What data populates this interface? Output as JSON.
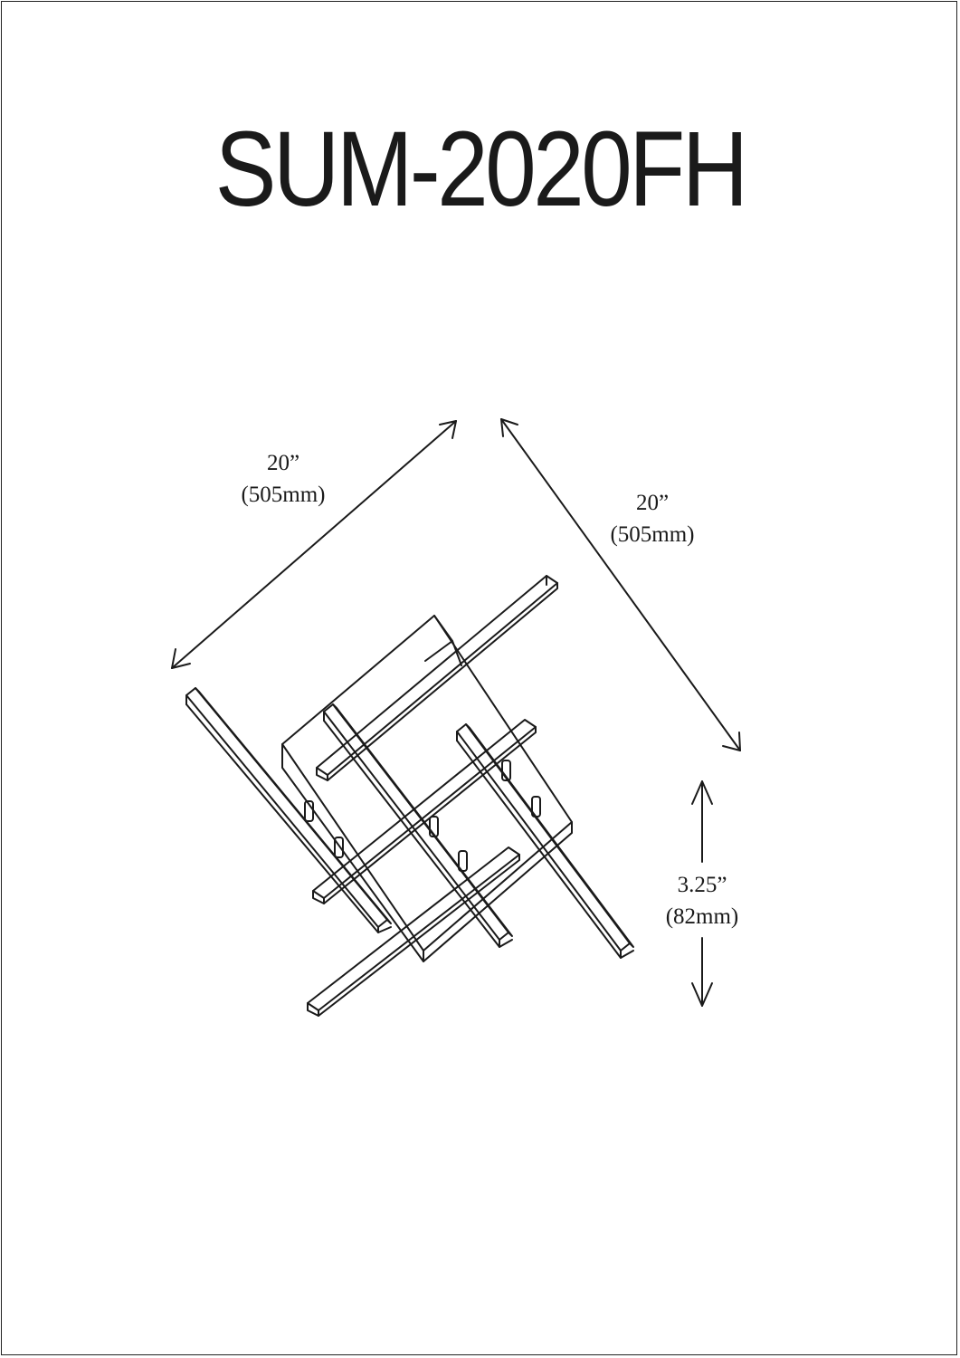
{
  "title": "SUM-2020FH",
  "dimensions": {
    "width_left": {
      "inch": "20”",
      "mm": "(505mm)"
    },
    "width_right": {
      "inch": "20”",
      "mm": "(505mm)"
    },
    "height": {
      "inch": "3.25”",
      "mm": "(82mm)"
    }
  },
  "colors": {
    "line": "#1a1a1a",
    "background": "#ffffff"
  }
}
